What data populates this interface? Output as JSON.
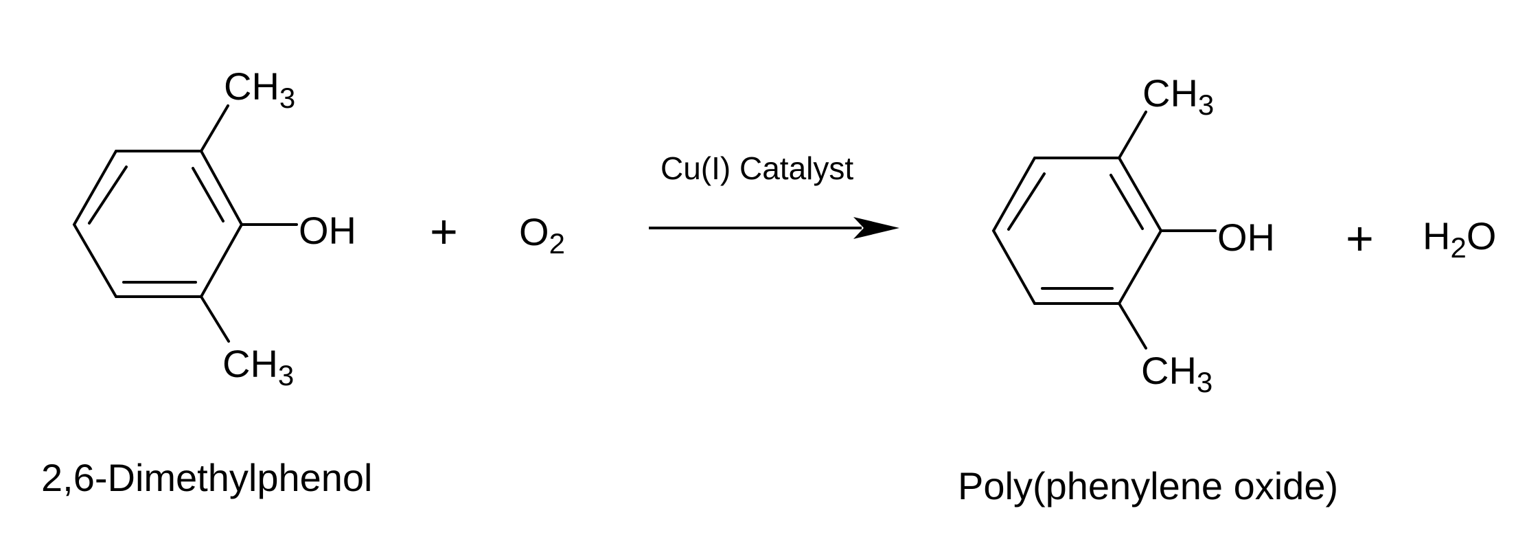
{
  "reaction": {
    "reactant": {
      "name": "2,6-Dimethylphenol",
      "top_group": "CH",
      "top_group_sub": "3",
      "bottom_group": "CH",
      "bottom_group_sub": "3",
      "hydroxyl": "OH"
    },
    "plus_1": "+",
    "oxygen": {
      "symbol": "O",
      "sub": "2"
    },
    "catalyst": "Cu(I) Catalyst",
    "product": {
      "name": "Poly(phenylene oxide)",
      "top_group": "CH",
      "top_group_sub": "3",
      "bottom_group": "CH",
      "bottom_group_sub": "3",
      "hydroxyl": "OH"
    },
    "plus_2": "+",
    "water": {
      "h": "H",
      "h_sub": "2",
      "o": "O"
    }
  }
}
